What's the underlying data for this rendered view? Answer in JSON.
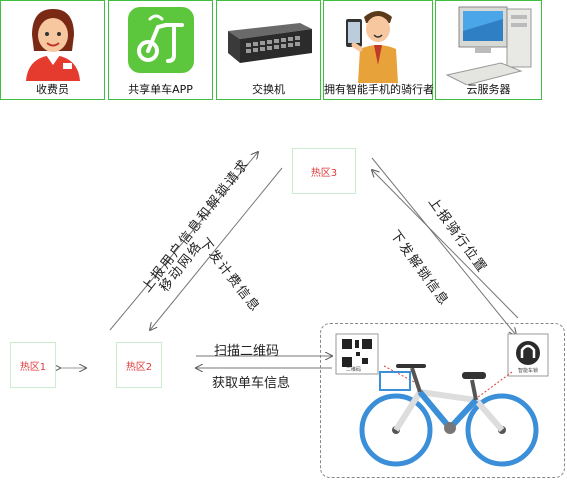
{
  "legend": {
    "cashier": "收费员",
    "app": "共享单车APP",
    "switch": "交换机",
    "rider": "拥有智能手机的骑行者",
    "server": "云服务器"
  },
  "zones": {
    "zone1": "热区1",
    "zone2": "热区2",
    "zone3": "热区3"
  },
  "flows": {
    "upload_request": "上报用户信息和解锁请求",
    "download_mobile": "移动网络",
    "download_plan": "下发计费信息",
    "upload_position": "上报骑行位置",
    "download_unlock": "下发解锁信息",
    "scan_qr": "扫描二维码",
    "get_bike_info": "获取单车信息"
  },
  "qr_caption": "二维码",
  "lock_caption": "智能车锁",
  "colors": {
    "legend_border": "#3fbf3f",
    "zone_text": "#e03a3a",
    "app_green": "#5cc63c",
    "bike_blue": "#3a8fd8"
  }
}
